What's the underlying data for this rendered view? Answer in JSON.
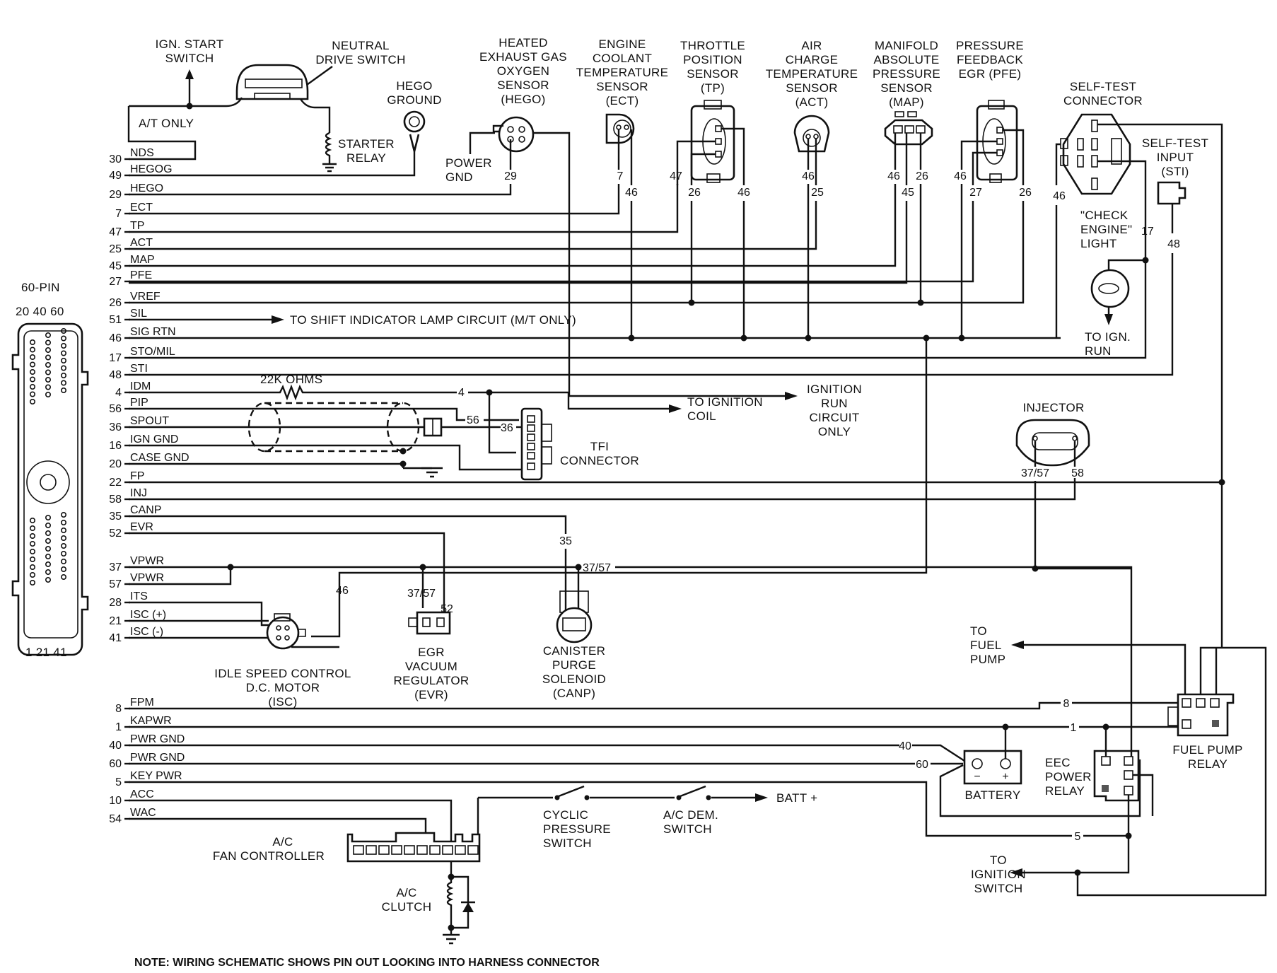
{
  "connector": {
    "title": "60-PIN",
    "top_pins": "20 40 60",
    "bottom_pins": "1 21 41"
  },
  "signals": [
    {
      "pin": "30",
      "name": "NDS"
    },
    {
      "pin": "49",
      "name": "HEGOG"
    },
    {
      "pin": "29",
      "name": "HEGO"
    },
    {
      "pin": "7",
      "name": "ECT"
    },
    {
      "pin": "47",
      "name": "TP"
    },
    {
      "pin": "25",
      "name": "ACT"
    },
    {
      "pin": "45",
      "name": "MAP"
    },
    {
      "pin": "27",
      "name": "PFE"
    },
    {
      "pin": "26",
      "name": "VREF"
    },
    {
      "pin": "51",
      "name": "SIL"
    },
    {
      "pin": "46",
      "name": "SIG RTN"
    },
    {
      "pin": "17",
      "name": "STO/MIL"
    },
    {
      "pin": "48",
      "name": "STI"
    },
    {
      "pin": "4",
      "name": "IDM"
    },
    {
      "pin": "56",
      "name": "PIP"
    },
    {
      "pin": "36",
      "name": "SPOUT"
    },
    {
      "pin": "16",
      "name": "IGN GND"
    },
    {
      "pin": "20",
      "name": "CASE GND"
    },
    {
      "pin": "22",
      "name": "FP"
    },
    {
      "pin": "58",
      "name": "INJ"
    },
    {
      "pin": "35",
      "name": "CANP"
    },
    {
      "pin": "52",
      "name": "EVR"
    },
    {
      "pin": "37",
      "name": "VPWR"
    },
    {
      "pin": "57",
      "name": "VPWR"
    },
    {
      "pin": "28",
      "name": "ITS"
    },
    {
      "pin": "21",
      "name": "ISC (+)"
    },
    {
      "pin": "41",
      "name": "ISC (-)"
    },
    {
      "pin": "8",
      "name": "FPM"
    },
    {
      "pin": "1",
      "name": "KAPWR"
    },
    {
      "pin": "40",
      "name": "PWR GND"
    },
    {
      "pin": "60",
      "name": "PWR GND"
    },
    {
      "pin": "5",
      "name": "KEY PWR"
    },
    {
      "pin": "10",
      "name": "ACC"
    },
    {
      "pin": "54",
      "name": "WAC"
    }
  ],
  "components": {
    "ign_start_switch": [
      "IGN. START",
      "SWITCH"
    ],
    "neutral_drive_switch": [
      "NEUTRAL",
      "DRIVE SWITCH"
    ],
    "at_only": "A/T ONLY",
    "starter_relay": [
      "STARTER",
      "RELAY"
    ],
    "hego_ground": [
      "HEGO",
      "GROUND"
    ],
    "hego_sensor": [
      "HEATED",
      "EXHAUST GAS",
      "OXYGEN",
      "SENSOR",
      "(HEGO)"
    ],
    "power_gnd": [
      "POWER",
      "GND"
    ],
    "ect_sensor": [
      "ENGINE",
      "COOLANT",
      "TEMPERATURE",
      "SENSOR",
      "(ECT)"
    ],
    "tp_sensor": [
      "THROTTLE",
      "POSITION",
      "SENSOR",
      "(TP)"
    ],
    "act_sensor": [
      "AIR",
      "CHARGE",
      "TEMPERATURE",
      "SENSOR",
      "(ACT)"
    ],
    "map_sensor": [
      "MANIFOLD",
      "ABSOLUTE",
      "PRESSURE",
      "SENSOR",
      "(MAP)"
    ],
    "pfe_sensor": [
      "PRESSURE",
      "FEEDBACK",
      "EGR (PFE)"
    ],
    "self_test_connector": [
      "SELF-TEST",
      "CONNECTOR"
    ],
    "self_test_input": [
      "SELF-TEST",
      "INPUT",
      "(STI)"
    ],
    "check_engine_light": [
      "\"CHECK",
      "ENGINE\"",
      "LIGHT"
    ],
    "to_ign_run": [
      "TO IGN.",
      "RUN"
    ],
    "shift_indicator": "TO SHIFT INDICATOR LAMP CIRCUIT (M/T ONLY)",
    "resistor": "22K OHMS",
    "to_ignition_coil": [
      "TO IGNITION",
      "COIL"
    ],
    "ignition_run_only": [
      "IGNITION",
      "RUN",
      "CIRCUIT",
      "ONLY"
    ],
    "tfi_connector": [
      "TFI",
      "CONNECTOR"
    ],
    "injector": "INJECTOR",
    "isc_motor": [
      "IDLE SPEED CONTROL",
      "D.C. MOTOR",
      "(ISC)"
    ],
    "evr": [
      "EGR",
      "VACUUM",
      "REGULATOR",
      "(EVR)"
    ],
    "canp": [
      "CANISTER",
      "PURGE",
      "SOLENOID",
      "(CANP)"
    ],
    "to_fuel_pump": [
      "TO",
      "FUEL",
      "PUMP"
    ],
    "fuel_pump_relay": [
      "FUEL PUMP",
      "RELAY"
    ],
    "battery": "BATTERY",
    "eec_power_relay": [
      "EEC",
      "POWER",
      "RELAY"
    ],
    "ac_fan_controller": [
      "A/C",
      "FAN CONTROLLER"
    ],
    "ac_clutch": [
      "A/C",
      "CLUTCH"
    ],
    "cyclic_pressure_switch": [
      "CYCLIC",
      "PRESSURE",
      "SWITCH"
    ],
    "ac_dem_switch": [
      "A/C DEM.",
      "SWITCH"
    ],
    "batt_plus": "BATT +",
    "to_ignition_switch": [
      "TO",
      "IGNITION",
      "SWITCH"
    ]
  },
  "wire_labels": {
    "hego": "29",
    "ect_a": "7",
    "ect_b": "46",
    "tp_a": "47",
    "tp_b": "26",
    "tp_c": "46",
    "act_a": "46",
    "act_b": "25",
    "map_a": "46",
    "map_b": "45",
    "map_c": "26",
    "pfe_a": "46",
    "pfe_b": "27",
    "pfe_c": "26",
    "stc": "46",
    "mil": "17",
    "sti": "48",
    "idm": "4",
    "pip": "56",
    "spout": "36",
    "injector_a": "37/57",
    "injector_b": "58",
    "canp": "35",
    "vpwr": "37/57",
    "evr_a": "37/57",
    "evr_b": "52",
    "isc_ret": "46",
    "fpm": "8",
    "kapwr": "1",
    "gnd40": "40",
    "gnd60": "60",
    "keypwr": "5",
    "batt_minus": "−",
    "batt_plus": "+"
  },
  "note": "NOTE: WIRING SCHEMATIC SHOWS PIN OUT LOOKING INTO HARNESS CONNECTOR"
}
